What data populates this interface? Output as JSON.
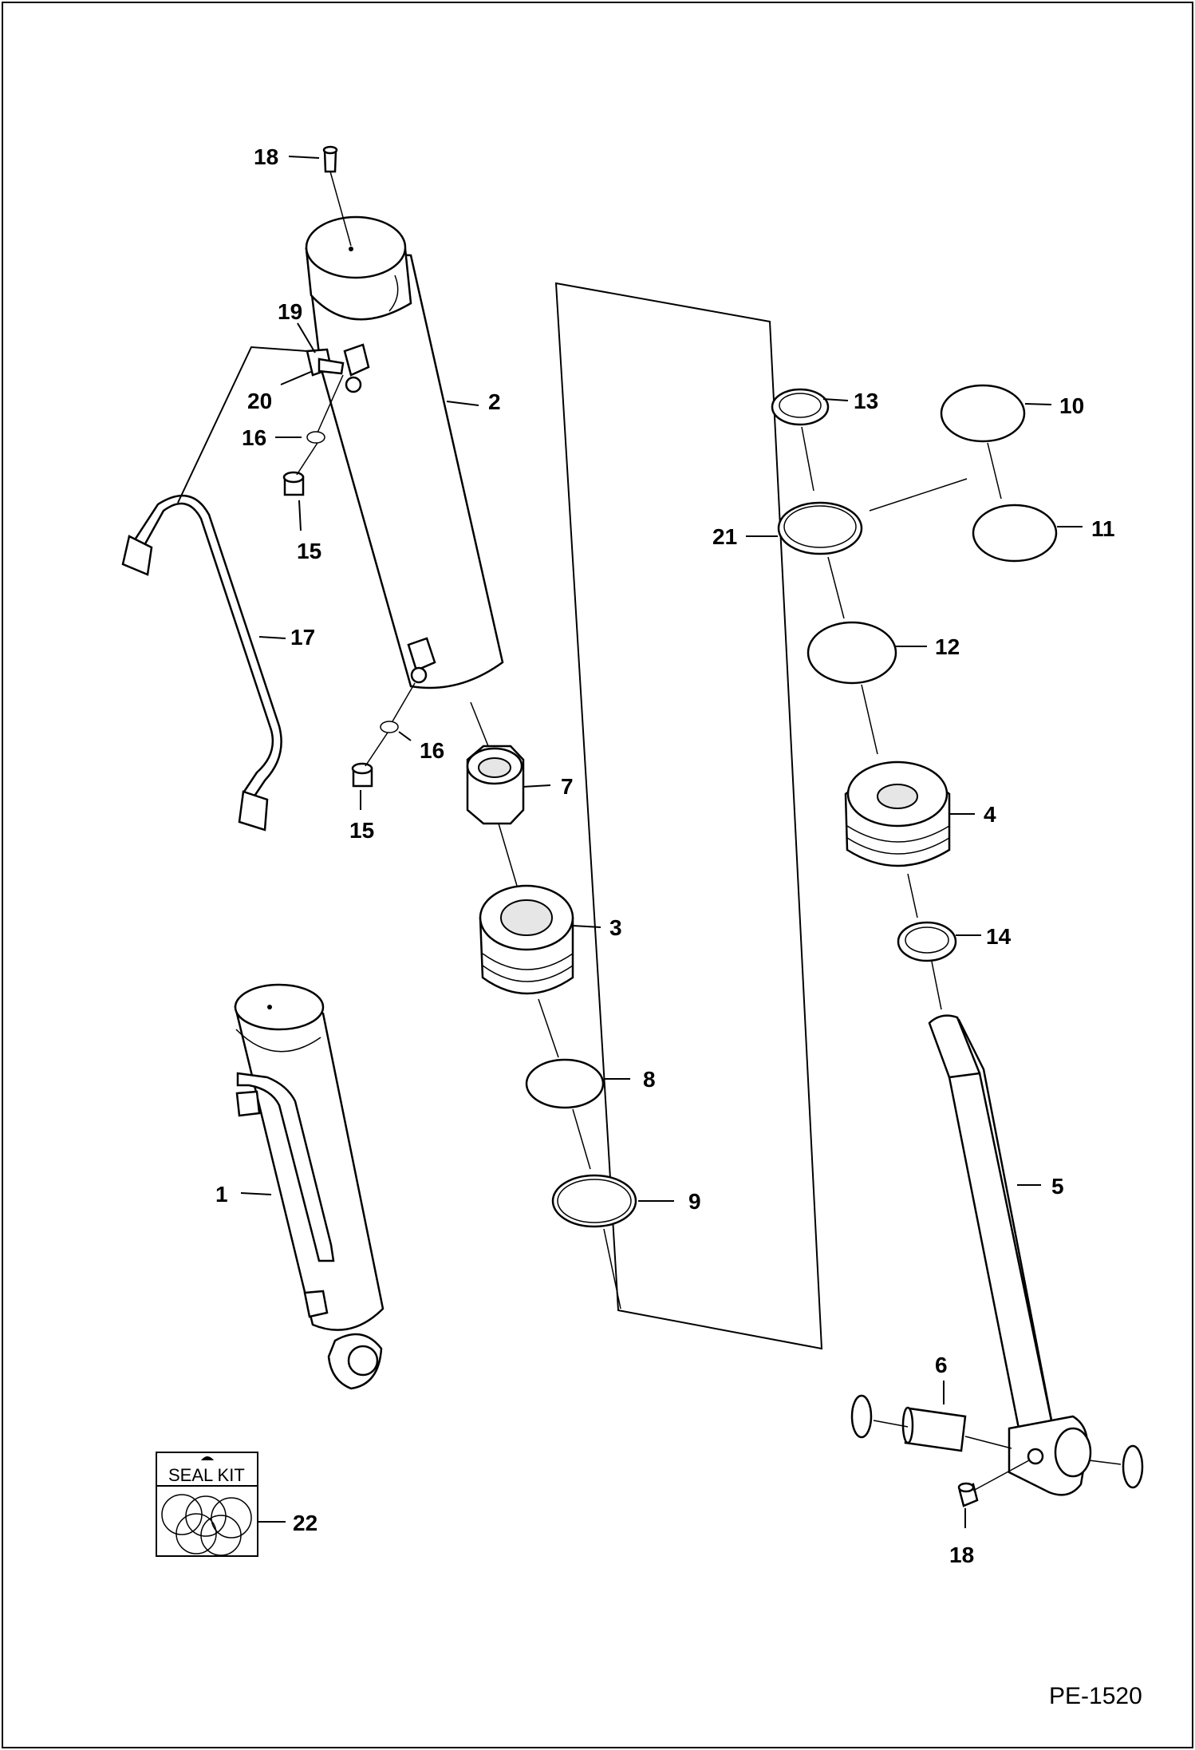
{
  "diagram": {
    "drawing_id": "PE-1520",
    "seal_kit_label": "SEAL KIT",
    "callouts": {
      "c1": "1",
      "c2": "2",
      "c3": "3",
      "c4": "4",
      "c5": "5",
      "c6": "6",
      "c7": "7",
      "c8": "8",
      "c9": "9",
      "c10": "10",
      "c11": "11",
      "c12": "12",
      "c13": "13",
      "c14": "14",
      "c15a": "15",
      "c15b": "15",
      "c16a": "16",
      "c16b": "16",
      "c17": "17",
      "c18a": "18",
      "c18b": "18",
      "c19": "19",
      "c20": "20",
      "c21": "21",
      "c22": "22"
    }
  }
}
